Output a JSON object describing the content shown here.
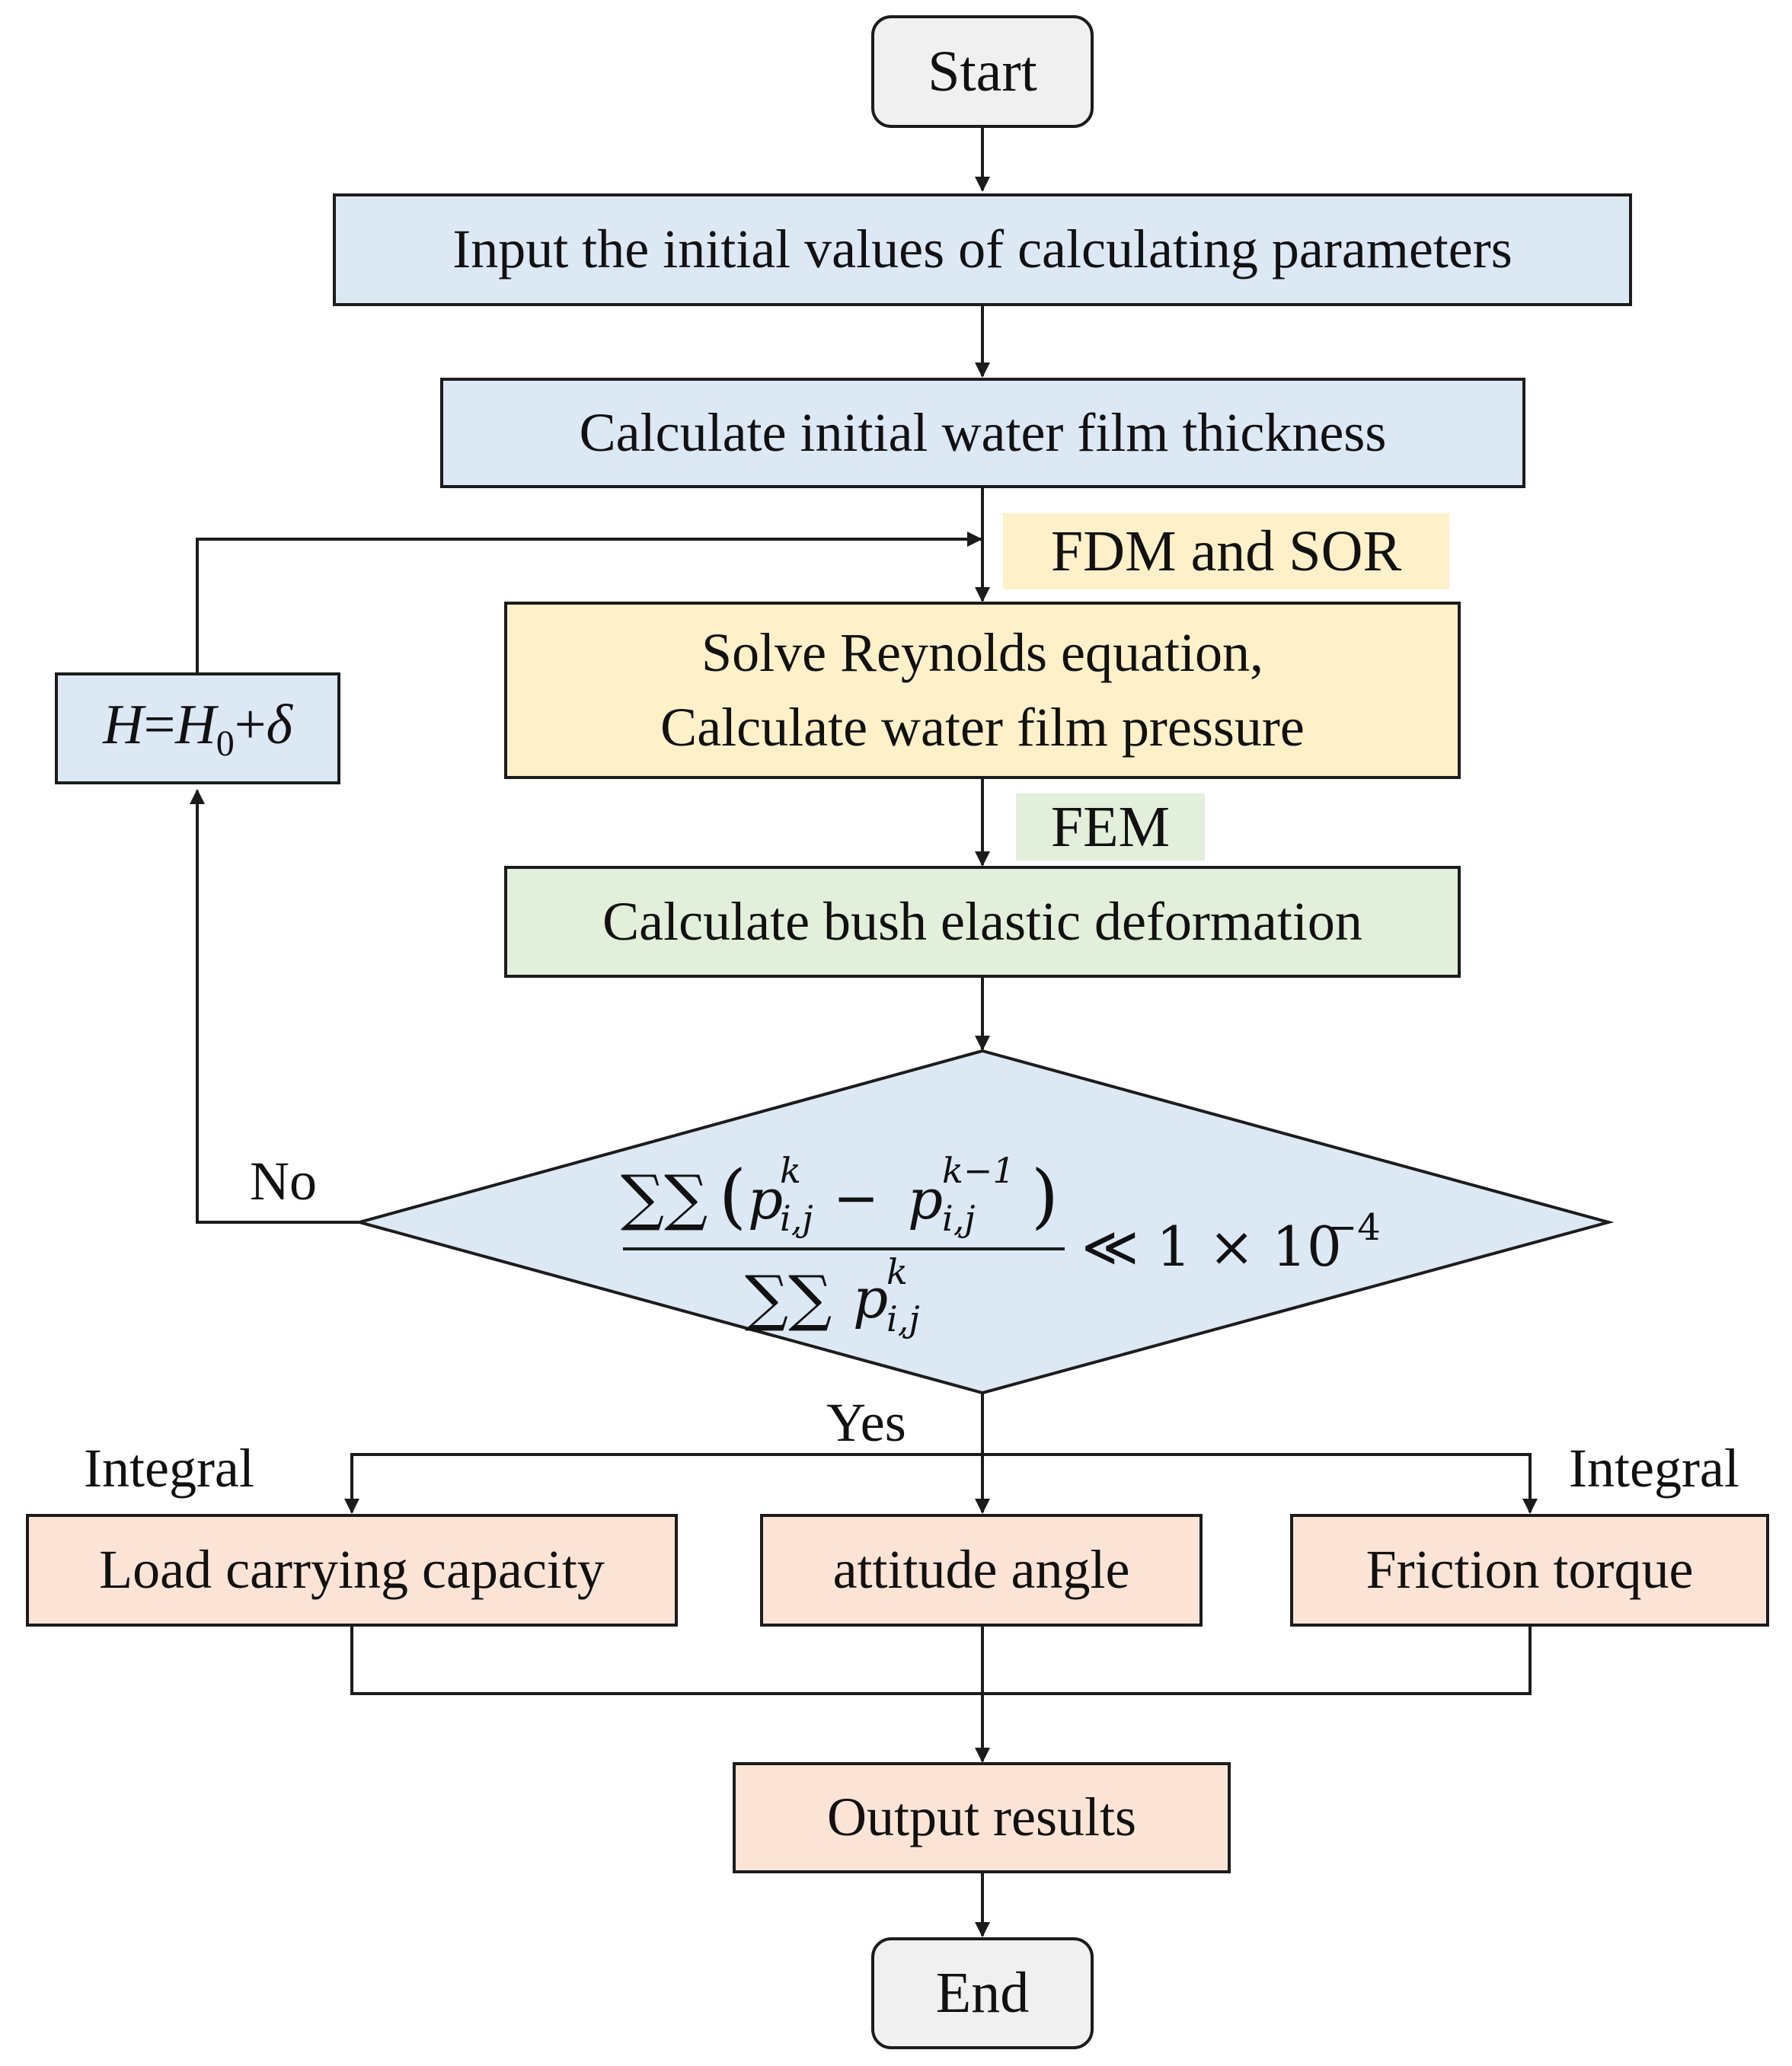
{
  "nodes": {
    "start": "Start",
    "input": "Input the initial values of calculating parameters",
    "init_thickness": "Calculate initial water film thickness",
    "reynolds_line1": "Solve Reynolds equation,",
    "reynolds_line2": "Calculate water film pressure",
    "deformation": "Calculate bush elastic deformation",
    "load": "Load carrying capacity",
    "attitude": "attitude angle",
    "friction": "Friction torque",
    "output": "Output results",
    "end": "End"
  },
  "update_box": {
    "var_H": "H",
    "equals": "=",
    "var_H0": "H",
    "sub_0": "0",
    "plus": "+",
    "delta": "δ"
  },
  "method_tags": {
    "fdm_sor": "FDM and SOR",
    "fem": "FEM"
  },
  "decision": {
    "sum_symbols": "∑∑",
    "open_paren": "(",
    "p": "p",
    "k": "k",
    "ij": "i,j",
    "minus": "−",
    "k_minus_1": "k−1",
    "close_paren": ")",
    "condition": "≪ 1 × 10",
    "exponent": "−4"
  },
  "edge_labels": {
    "no": "No",
    "yes": "Yes",
    "integral_left": "Integral",
    "integral_right": "Integral"
  },
  "colors": {
    "stroke": "#1c1c1c",
    "terminal_fill": "#f0f0f0",
    "blue_fill": "#dce8f4",
    "yellow_fill": "#fef0c8",
    "green_fill": "#e2efda",
    "pink_fill": "#fbe4d6"
  }
}
